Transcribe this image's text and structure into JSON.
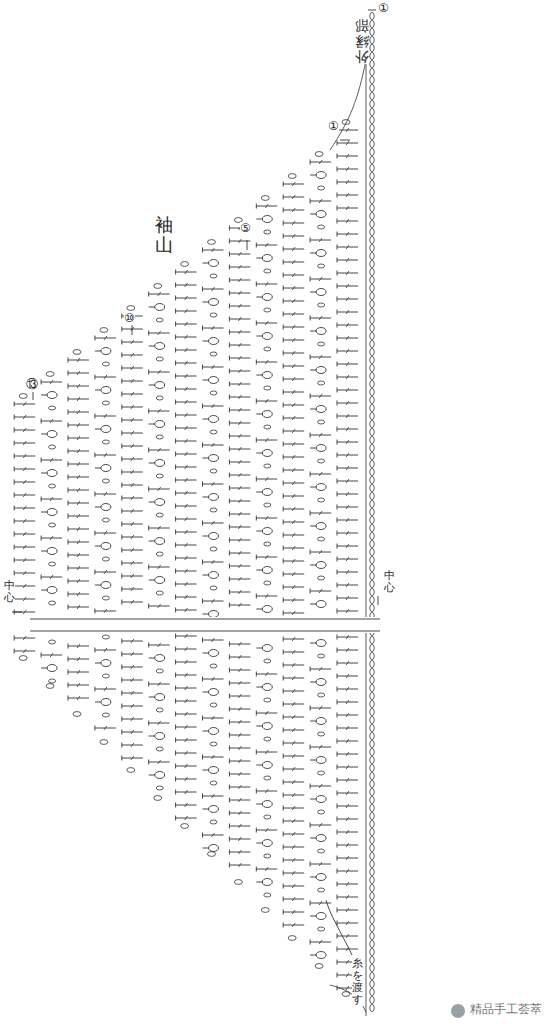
{
  "diagram": {
    "labels": [
      "外縁部",
      "①",
      "①",
      "⑤",
      "⑩",
      "⑬",
      "袖 山",
      "中心",
      "中心",
      "糸を渡す",
      "精品手工荟萃"
    ]
  }
}
